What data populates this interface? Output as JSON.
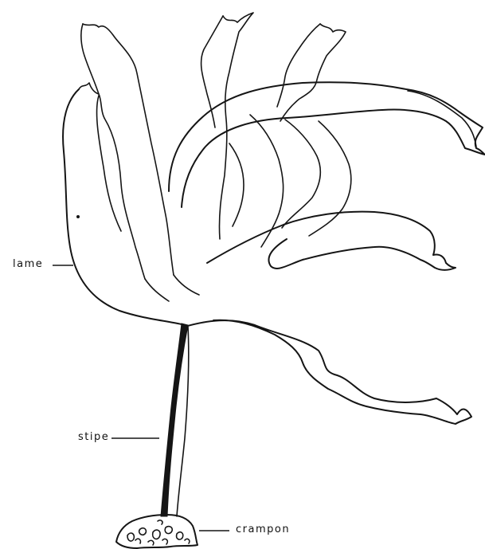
{
  "labels": {
    "lame": "lame",
    "stipe": "stipe",
    "crampon": "crampon"
  },
  "colors": {
    "ink": "#151515",
    "background": "#ffffff"
  }
}
